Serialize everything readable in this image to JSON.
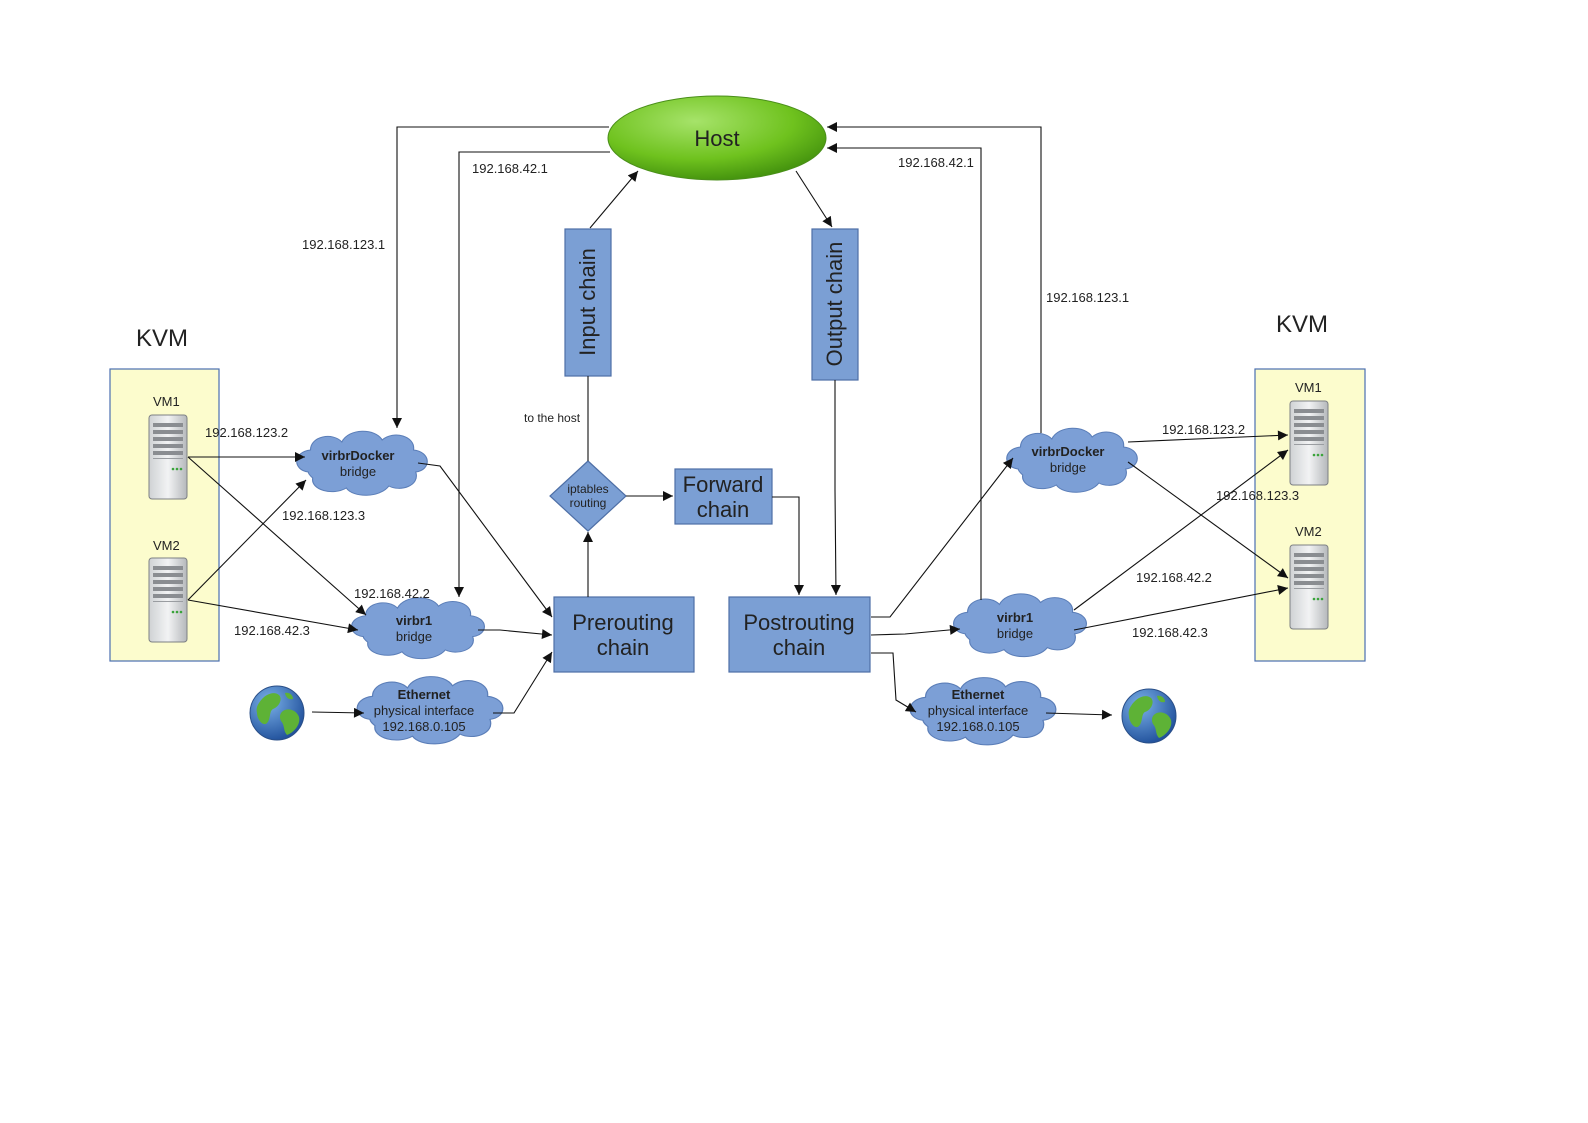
{
  "left_kvm": {
    "title": "KVM",
    "vm1": "VM1",
    "vm2": "VM2"
  },
  "right_kvm": {
    "title": "KVM",
    "vm1": "VM1",
    "vm2": "VM2"
  },
  "host": {
    "label": "Host"
  },
  "chains": {
    "input": "Input chain",
    "output": "Output chain",
    "forward": [
      "Forward",
      "chain"
    ],
    "prerouting": [
      "Prerouting",
      "chain"
    ],
    "postrouting": [
      "Postrouting",
      "chain"
    ]
  },
  "routing": {
    "line1": "iptables",
    "line2": "routing",
    "to_host": "to the host"
  },
  "left_bridges": {
    "docker": {
      "name": "virbrDocker",
      "type": "bridge"
    },
    "virbr1": {
      "name": "virbr1",
      "type": "bridge"
    },
    "ethernet": {
      "name": "Ethernet",
      "type": "physical interface",
      "ip": "192.168.0.105"
    }
  },
  "right_bridges": {
    "docker": {
      "name": "virbrDocker",
      "type": "bridge"
    },
    "virbr1": {
      "name": "virbr1",
      "type": "bridge"
    },
    "ethernet": {
      "name": "Ethernet",
      "type": "physical interface",
      "ip": "192.168.0.105"
    }
  },
  "ips": {
    "left_host_123": "192.168.123.1",
    "left_host_42": "192.168.42.1",
    "right_host_42": "192.168.42.1",
    "right_host_123": "192.168.123.1",
    "left_vm1_123": "192.168.123.2",
    "left_vm2_123": "192.168.123.3",
    "left_vm1_42": "192.168.42.2",
    "left_vm2_42": "192.168.42.3",
    "right_vm1_123": "192.168.123.2",
    "right_vm2_123": "192.168.123.3",
    "right_vm1_42": "192.168.42.2",
    "right_vm2_42": "192.168.42.3"
  },
  "colors": {
    "chain_box": "#7b9fd4",
    "host_green": "#6fc21e",
    "kvm_panel": "#fcfccd",
    "cloud": "#7c9fd6"
  },
  "icons": {
    "globe_left": "globe-icon",
    "globe_right": "globe-icon",
    "server": "server-icon"
  }
}
